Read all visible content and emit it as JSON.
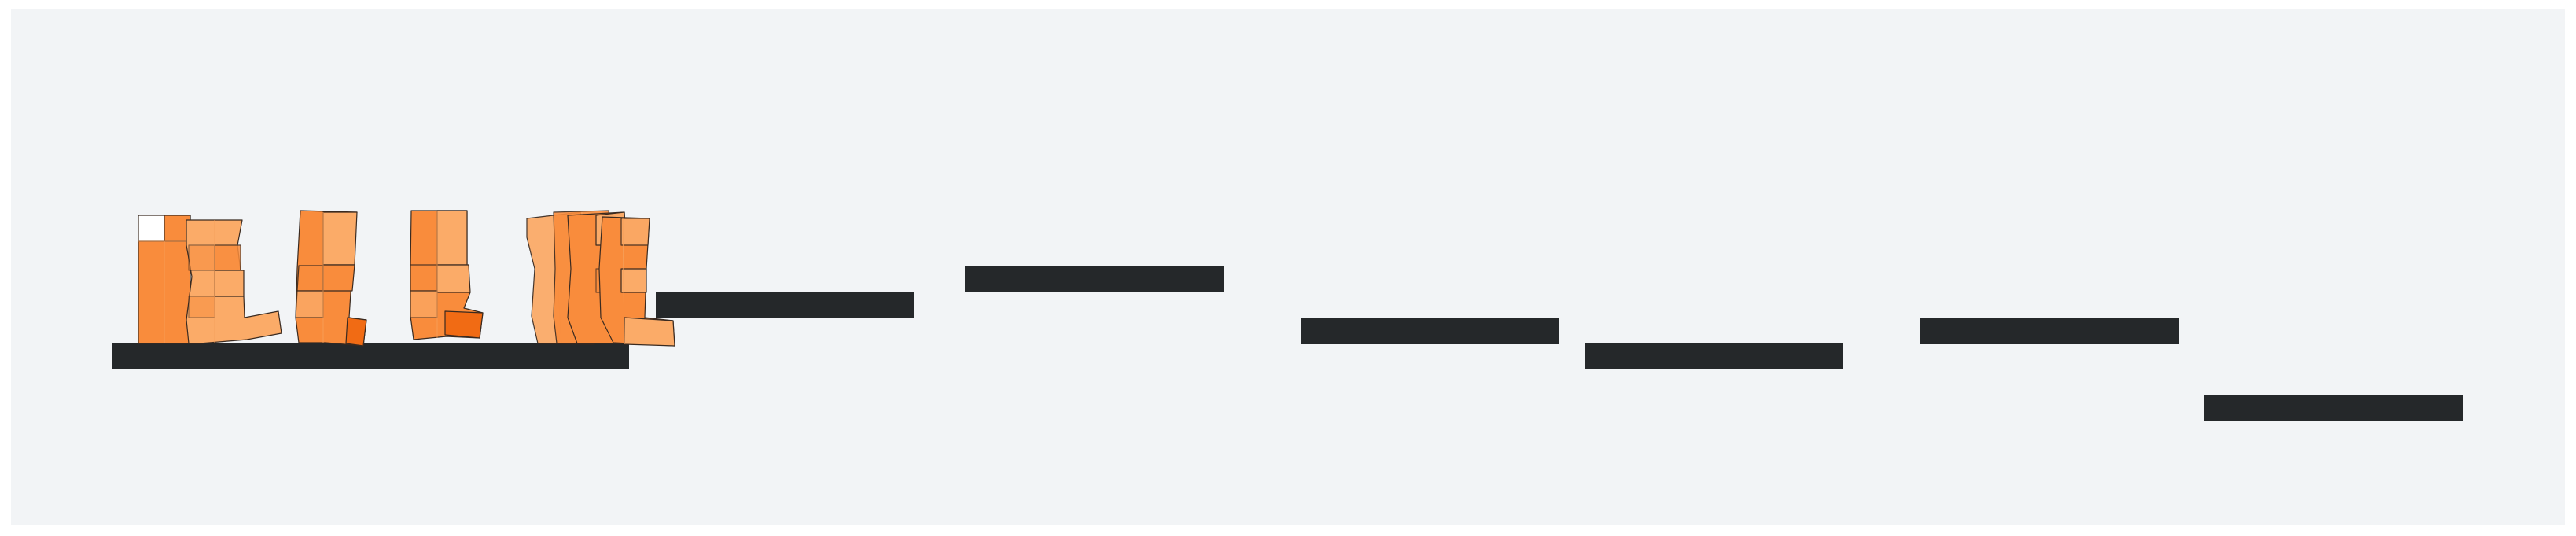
{
  "game": {
    "type": "block stacking physics",
    "colors": {
      "background": "#f2f4f6",
      "platform": "#25282a",
      "block_dark": "#f16b14",
      "block_mid": "#f98c3c",
      "block_light": "#fbab68",
      "outline": "#3a2a20",
      "empty_cell": "#ffffff"
    },
    "platform_count": 7,
    "block_groups": [
      {
        "id": "group-1",
        "pieces": 2
      },
      {
        "id": "group-2",
        "pieces": 1
      },
      {
        "id": "group-3",
        "pieces": 1
      },
      {
        "id": "group-4",
        "pieces": 4
      }
    ]
  }
}
